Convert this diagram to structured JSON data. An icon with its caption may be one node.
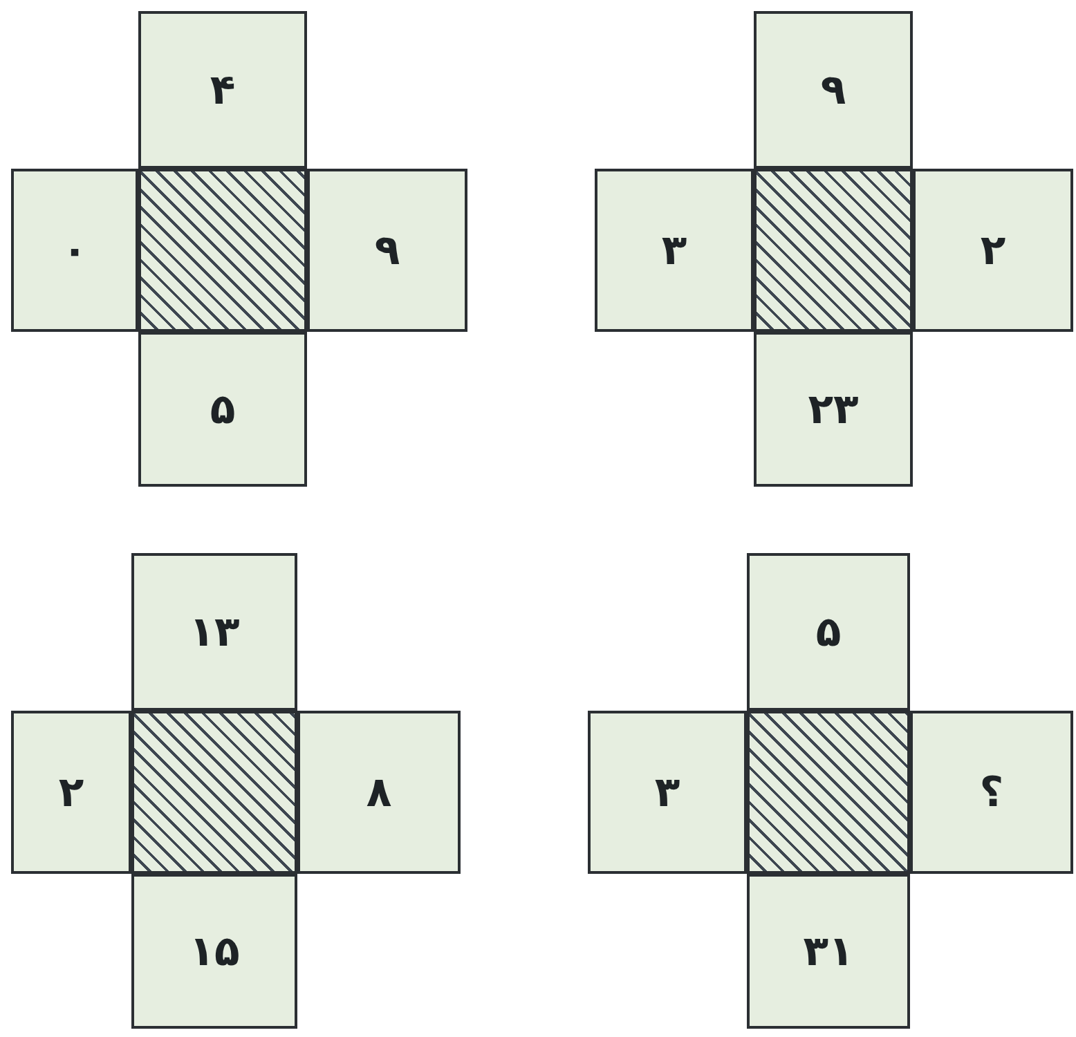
{
  "diagram": {
    "nodes": [
      {
        "text": [
          "۴"
        ]
      },
      {
        "text": [
          "۰"
        ]
      },
      {
        "text": [],
        "shape": "box"
      },
      {
        "text": [
          "۹"
        ]
      },
      {
        "text": [
          "۵"
        ]
      },
      {
        "text": [
          "۹"
        ]
      },
      {
        "text": [
          "۳"
        ]
      },
      {
        "text": [],
        "shape": "box"
      },
      {
        "text": [
          "۲"
        ]
      },
      {
        "text": [
          "۲۳"
        ]
      },
      {
        "text": [
          "۱۳"
        ]
      },
      {
        "text": [
          "۲"
        ]
      },
      {
        "text": [],
        "shape": "box"
      },
      {
        "text": [
          "۸"
        ]
      },
      {
        "text": [
          "۱۵"
        ]
      },
      {
        "text": [
          "۵"
        ]
      },
      {
        "text": [
          "۳"
        ]
      },
      {
        "text": [],
        "shape": "box"
      },
      {
        "text": [
          "؟"
        ]
      },
      {
        "text": [
          "۳۱"
        ]
      }
    ]
  }
}
